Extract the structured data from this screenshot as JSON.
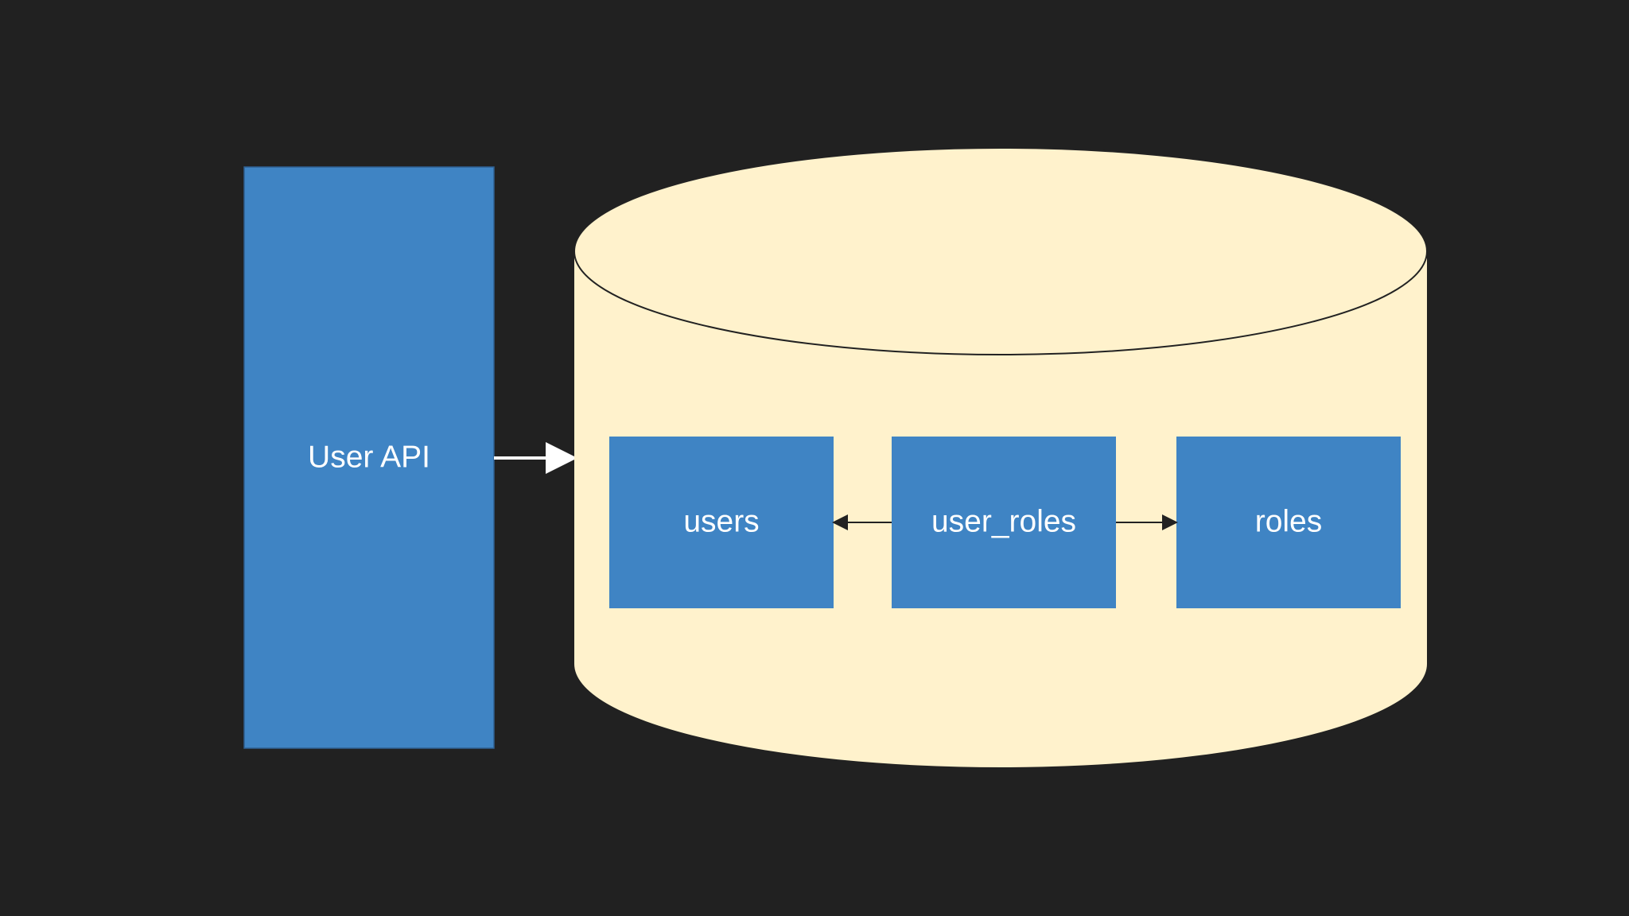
{
  "diagram": {
    "api": {
      "label": "User API"
    },
    "database": {
      "tables": [
        {
          "label": "users"
        },
        {
          "label": "user_roles"
        },
        {
          "label": "roles"
        }
      ]
    }
  },
  "colors": {
    "background": "#212121",
    "box_fill": "#3f84c4",
    "database_fill": "#fff2cc",
    "line_dark": "#222222",
    "arrow_light": "#ffffff",
    "text": "#ffffff"
  }
}
